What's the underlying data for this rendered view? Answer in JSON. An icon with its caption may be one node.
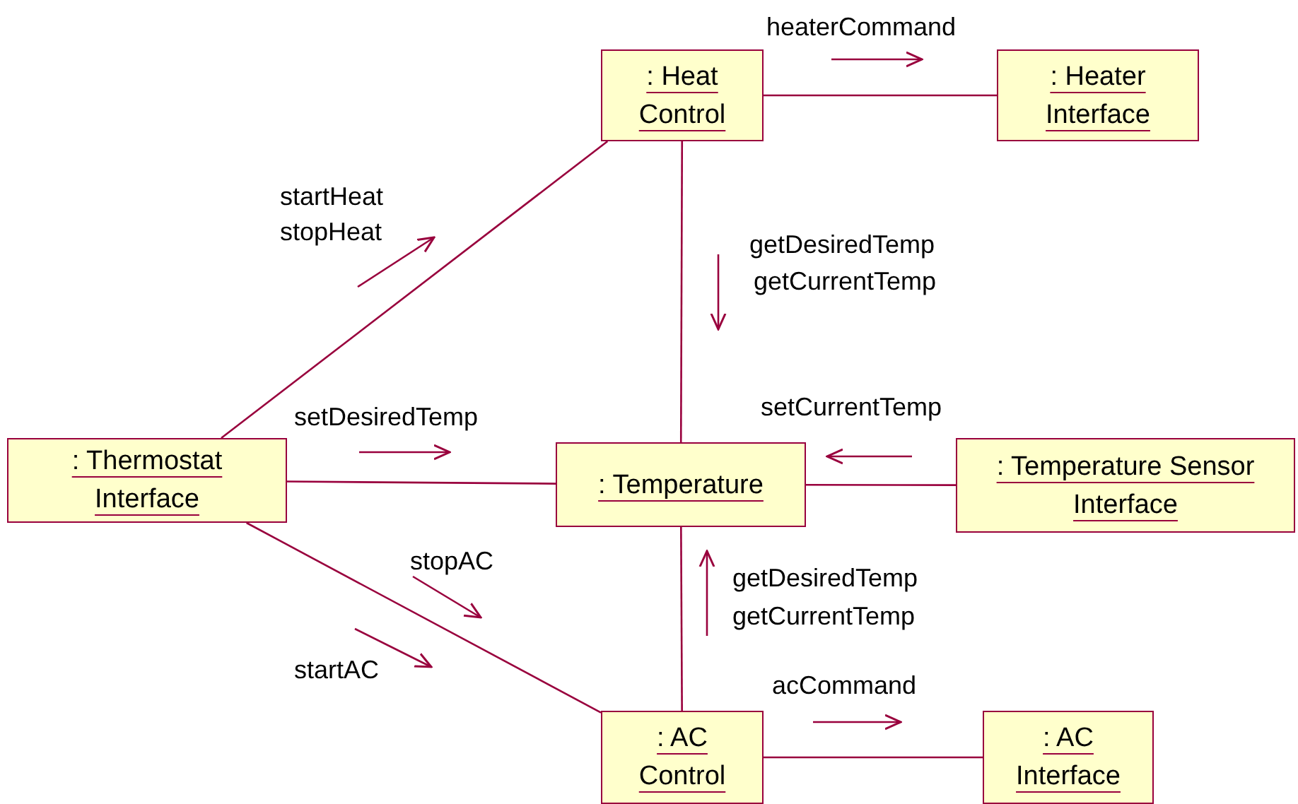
{
  "diagram": {
    "nodes": [
      {
        "text": [
          ": Heat Control"
        ]
      },
      {
        "text": [
          ": Heater Interface"
        ]
      },
      {
        "text": [
          ": Thermostat Interface"
        ]
      },
      {
        "text": [
          ": Temperature"
        ]
      },
      {
        "text": [
          ": Temperature Sensor Interface"
        ]
      },
      {
        "text": [
          ": AC Control"
        ]
      },
      {
        "text": [
          ": AC Interface"
        ]
      }
    ],
    "edges": [
      {
        "from": 0,
        "to": 1,
        "arrow": "none"
      },
      {
        "from": 0,
        "to": 3,
        "arrow": "none"
      },
      {
        "from": 2,
        "to": 0,
        "arrow": "none"
      },
      {
        "from": 2,
        "to": 3,
        "arrow": "none"
      },
      {
        "from": 4,
        "to": 3,
        "arrow": "none"
      },
      {
        "from": 2,
        "to": 5,
        "arrow": "none"
      },
      {
        "from": 5,
        "to": 3,
        "arrow": "none"
      },
      {
        "from": 5,
        "to": 6,
        "arrow": "none"
      }
    ],
    "labels": [
      "heaterCommand",
      "startHeat",
      "stopHeat",
      "getDesiredTemp",
      "getCurrentTemp",
      "setDesiredTemp",
      "setCurrentTemp",
      "stopAC",
      "startAC",
      "getDesiredTemp",
      "getCurrentTemp",
      "acCommand"
    ]
  }
}
